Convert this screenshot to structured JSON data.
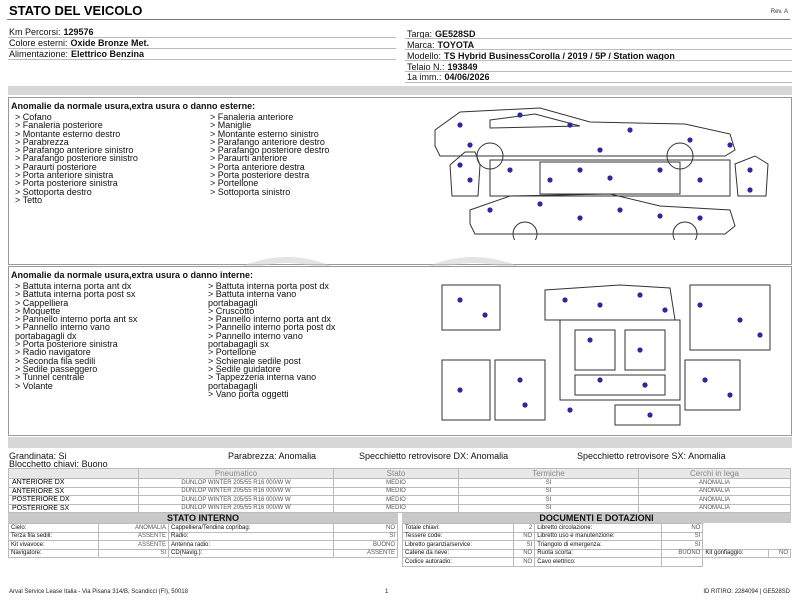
{
  "header": {
    "title": "STATO DEL VEICOLO",
    "rev": "Rev. A"
  },
  "vehicle_info": {
    "left": [
      {
        "label": "Km Percorsi:",
        "value": "129576"
      },
      {
        "label": "Colore esterni:",
        "value": "Oxide Bronze Met."
      },
      {
        "label": "Alimentazione:",
        "value": "Elettrico Benzina"
      }
    ],
    "right": [
      {
        "label": "Targa:",
        "value": "GE528SD"
      },
      {
        "label": "Marca:",
        "value": "TOYOTA"
      },
      {
        "label": "Modello:",
        "value": "TS Hybrid BusinessCorolla / 2019 / 5P / Station wagon"
      },
      {
        "label": "Telaio N.:",
        "value": "193849"
      },
      {
        "label": "1a imm.:",
        "value": "04/06/2026"
      }
    ]
  },
  "exterior": {
    "title": "Anomalie da normale usura,extra usura o danno esterne:",
    "col1": [
      "> Cofano",
      "> Fanaleria posteriore",
      "> Montante esterno destro",
      "> Parabrezza",
      "> Parafango anteriore sinistro",
      "> Parafango posteriore sinistro",
      "> Paraurti posteriore",
      "> Porta anteriore sinistra",
      "> Porta posteriore sinistra",
      "> Sottoporta destro",
      "> Tetto"
    ],
    "col2": [
      "> Fanaleria anteriore",
      "> Maniglie",
      "> Montante esterno sinistro",
      "> Parafango anteriore destro",
      "> Parafango posteriore destro",
      "> Paraurti anteriore",
      "> Porta anteriore destra",
      "> Porta posteriore destra",
      "> Portellone",
      "> Sottoporta sinistro"
    ]
  },
  "interior": {
    "title": "Anomalie da normale usura,extra usura o danno interne:",
    "col1": [
      "> Battuta interna porta ant dx",
      "> Battuta interna porta post sx",
      "> Cappelliera",
      "> Moquette",
      "> Pannello interno porta ant sx",
      "> Pannello interno vano",
      "portabagagli dx",
      "> Porta posteriore sinistra",
      "> Radio navigatore",
      "> Seconda fila sedili",
      "> Sedile passeggero",
      "> Tunnel centrale",
      "> Volante"
    ],
    "col2": [
      "> Battuta interna porta post dx",
      "> Battuta interna vano",
      "portabagagli",
      "> Cruscotto",
      "> Pannello interno porta ant dx",
      "> Pannello interno porta post dx",
      "> Pannello interno vano",
      "portabagagli sx",
      "> Portellone",
      "> Schienale sedile post",
      "> Sedile guidatore",
      "> Tappezzeria interna vano",
      "portabagagli",
      "> Vano porta oggetti"
    ]
  },
  "status": {
    "grandinata_label": "Grandinata:",
    "grandinata_value": "Si",
    "parabrezza_label": "Parabrezza:",
    "parabrezza_value": "Anomalia",
    "specchio_dx_label": "Specchietto retrovisore DX:",
    "specchio_dx_value": "Anomalia",
    "specchio_sx_label": "Specchietto retrovisore SX:",
    "specchio_sx_value": "Anomalia",
    "blocchetto_label": "Blocchetto chiavi:",
    "blocchetto_value": "Buono"
  },
  "tyres": {
    "headers": [
      "",
      "Pneumatico",
      "Stato",
      "Termiche",
      "Cerchi in lega"
    ],
    "rows": [
      {
        "pos": "ANTERIORE DX",
        "tyre": "DUNLOP WINTER 205/55 R16 000/W W",
        "stato": "MEDIO",
        "termiche": "SI",
        "cerchi": "ANOMALIA"
      },
      {
        "pos": "ANTERIORE SX",
        "tyre": "DUNLOP WINTER 205/55 R16 000/W W",
        "stato": "MEDIO",
        "termiche": "SI",
        "cerchi": "ANOMALIA"
      },
      {
        "pos": "POSTERIORE DX",
        "tyre": "DUNLOP WINTER 205/55 R16 000/W W",
        "stato": "MEDIO",
        "termiche": "SI",
        "cerchi": "ANOMALIA"
      },
      {
        "pos": "POSTERIORE SX",
        "tyre": "DUNLOP WINTER 205/55 R16 000/W W",
        "stato": "MEDIO",
        "termiche": "SI",
        "cerchi": "ANOMALIA"
      }
    ]
  },
  "stato_interno": {
    "title": "STATO INTERNO",
    "rows": [
      [
        {
          "k": "Cielo:",
          "v": "ANOMALIA"
        },
        {
          "k": "Cappelliera/Tendina copribag:",
          "v": "NO"
        }
      ],
      [
        {
          "k": "Terza fila sedili:",
          "v": "ASSENTE"
        },
        {
          "k": "Radio:",
          "v": "SI"
        }
      ],
      [
        {
          "k": "Kit vivavoce:",
          "v": "ASSENTE"
        },
        {
          "k": "Antenna radio:",
          "v": "BUONO"
        }
      ],
      [
        {
          "k": "Navigatore:",
          "v": "SI"
        },
        {
          "k": "CD(Navig.):",
          "v": "ASSENTE"
        }
      ]
    ]
  },
  "documenti": {
    "title": "DOCUMENTI E DOTAZIONI",
    "rows": [
      [
        {
          "k": "Totale chiavi:",
          "v": "2"
        },
        {
          "k": "Libretto circolazione:",
          "v": "NO"
        }
      ],
      [
        {
          "k": "Tessere code:",
          "v": "NO"
        },
        {
          "k": "Libretto uso e manutenzione:",
          "v": "SI"
        }
      ],
      [
        {
          "k": "Libretto garanzia/service:",
          "v": "SI"
        },
        {
          "k": "Triangolo di emergenza:",
          "v": "SI"
        }
      ],
      [
        {
          "k": "Catene da neve:",
          "v": "NO"
        },
        {
          "k": "Ruota scorta:",
          "v": "BUONO"
        },
        {
          "k": "Kit gonfiaggio:",
          "v": "NO"
        }
      ],
      [
        {
          "k": "Codice autoradio:",
          "v": "NO"
        },
        {
          "k": "Cavo elettrico:",
          "v": ""
        }
      ]
    ]
  },
  "footer": {
    "left": "Arval Service Lease Italia - Via Pisana 314/B, Scandicci (FI), 50018",
    "page": "1",
    "right": "ID RITIRO: 2284094 | GE528SD"
  },
  "colors": {
    "marker": "#2a2a9c",
    "band": "#d7d7d7",
    "header_fill": "#c9c9c9"
  }
}
